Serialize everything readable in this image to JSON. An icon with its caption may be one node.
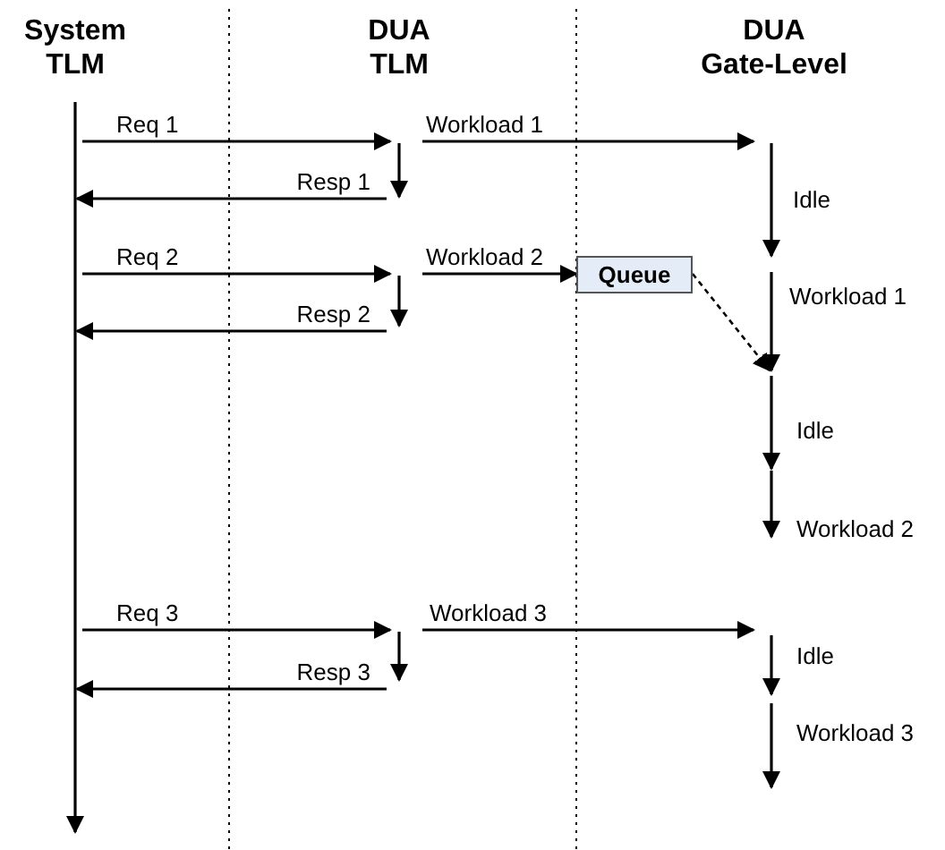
{
  "diagram": {
    "nodes": [
      {
        "text": [
          "System TLM"
        ]
      },
      {
        "text": [
          "DUA TLM"
        ]
      },
      {
        "text": [
          "DUA Gate-Level"
        ]
      },
      {
        "text": [
          "Queue"
        ]
      }
    ],
    "edges": [
      {
        "from": 0,
        "to": 1,
        "arrow": "to",
        "label": "Req 1"
      },
      {
        "from": 1,
        "to": 2,
        "arrow": "to",
        "label": "Workload 1"
      },
      {
        "from": 1,
        "to": 0,
        "arrow": "to",
        "label": "Resp 1"
      },
      {
        "from": 0,
        "to": 1,
        "arrow": "to",
        "label": "Req 2"
      },
      {
        "from": 1,
        "to": 3,
        "arrow": "to",
        "label": "Workload 2"
      },
      {
        "from": 1,
        "to": 0,
        "arrow": "to",
        "label": "Resp 2"
      },
      {
        "from": 3,
        "to": 2,
        "arrow": "to",
        "style": "dashed"
      },
      {
        "from": 0,
        "to": 1,
        "arrow": "to",
        "label": "Req 3"
      },
      {
        "from": 1,
        "to": 2,
        "arrow": "to",
        "label": "Workload 3"
      },
      {
        "from": 1,
        "to": 0,
        "arrow": "to",
        "label": "Resp 3"
      }
    ],
    "labels": [
      "Idle",
      "Workload 1",
      "Idle",
      "Workload 2",
      "Idle",
      "Workload 3"
    ]
  }
}
